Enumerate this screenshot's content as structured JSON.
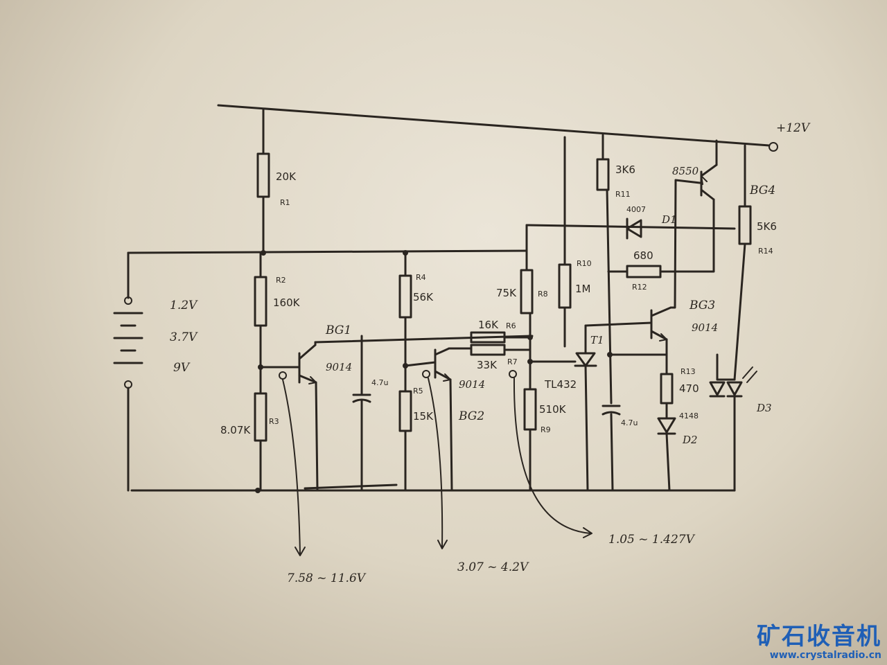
{
  "supply": {
    "label": "+12V"
  },
  "battery": {
    "voltages": [
      "1.2V",
      "3.7V",
      "9V"
    ]
  },
  "resistors": {
    "r1": {
      "value": "20K",
      "ref": "R1"
    },
    "r2": {
      "value": "160K",
      "ref": "R2"
    },
    "r3": {
      "value": "8.07K",
      "ref": "R3"
    },
    "r4": {
      "value": "56K",
      "ref": "R4"
    },
    "r5": {
      "value": "15K",
      "ref": "R5"
    },
    "r6": {
      "value": "16K",
      "ref": "R6"
    },
    "r7": {
      "value": "33K",
      "ref": "R7"
    },
    "r8": {
      "value": "75K",
      "ref": "R8"
    },
    "r9": {
      "value": "510K",
      "ref": "R9"
    },
    "r10": {
      "value": "1M",
      "ref": "R10"
    },
    "r11": {
      "value": "3K6",
      "ref": "R11"
    },
    "r12": {
      "value": "680",
      "ref": "R12"
    },
    "r13": {
      "value": "470",
      "ref": "R13"
    },
    "r14": {
      "value": "5K6",
      "ref": "R14"
    }
  },
  "transistors": {
    "bg1": {
      "name": "BG1",
      "part": "9014"
    },
    "bg2": {
      "name": "BG2",
      "part": "9014"
    },
    "bg3": {
      "name": "BG3",
      "part": "9014"
    },
    "bg4": {
      "name": "BG4",
      "part": "8550"
    }
  },
  "capacitors": {
    "c1": {
      "value": "4.7u"
    },
    "c2": {
      "value": "4.7u"
    }
  },
  "ic": {
    "name": "TL432",
    "ref": "T1"
  },
  "diodes": {
    "d1": {
      "part": "4007",
      "ref": "D1"
    },
    "d2": {
      "part": "4148",
      "ref": "D2"
    },
    "d3": {
      "ref": "D3"
    }
  },
  "measurements": {
    "bg1": "7.58 ~ 11.6V",
    "bg2": "3.07 ~ 4.2V",
    "tl432": "1.05 ~ 1.427V"
  },
  "watermark": {
    "title": "矿石收音机",
    "url": "www.crystalradio.cn"
  }
}
